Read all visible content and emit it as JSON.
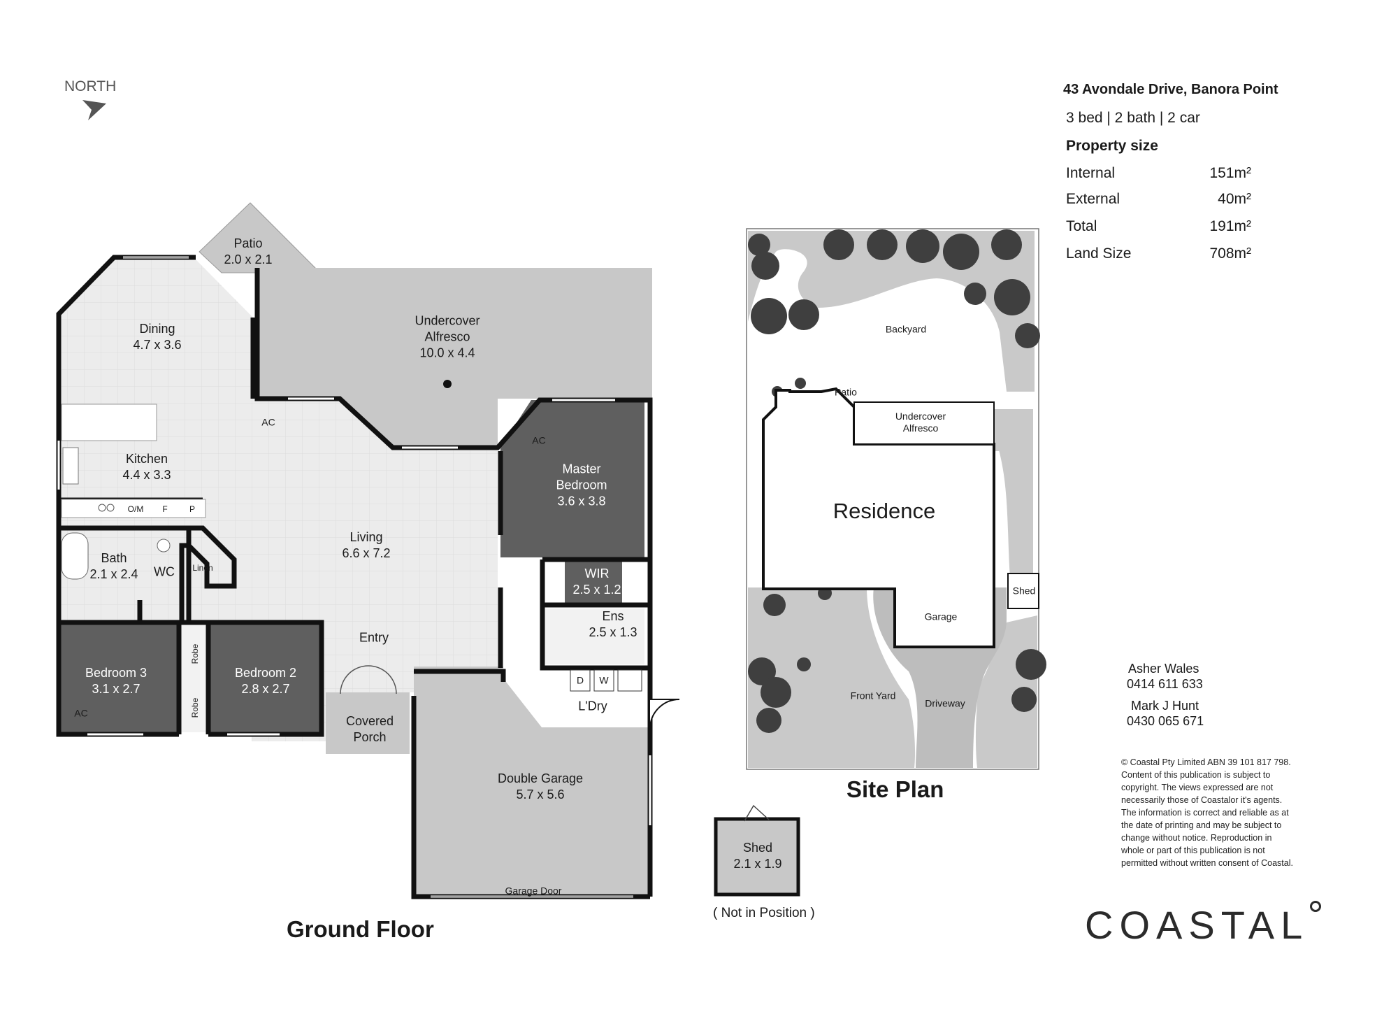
{
  "compass": {
    "label": "NORTH",
    "icon": "north-arrow-icon"
  },
  "property": {
    "address": "43 Avondale Drive, Banora Point",
    "summary": "3 bed | 2 bath | 2 car",
    "size_heading": "Property size",
    "sizes": [
      {
        "label": "Internal",
        "value": "151m²"
      },
      {
        "label": "External",
        "value": "40m²"
      },
      {
        "label": "Total",
        "value": "191m²"
      },
      {
        "label": "Land Size",
        "value": "708m²"
      }
    ]
  },
  "rooms": {
    "patio": {
      "name": "Patio",
      "dims": "2.0 x 2.1"
    },
    "dining": {
      "name": "Dining",
      "dims": "4.7 x 3.6"
    },
    "alfresco": {
      "name1": "Undercover",
      "name2": "Alfresco",
      "dims": "10.0 x 4.4"
    },
    "kitchen": {
      "name": "Kitchen",
      "dims": "4.4 x 3.3"
    },
    "master": {
      "name1": "Master",
      "name2": "Bedroom",
      "dims": "3.6 x 3.8"
    },
    "living": {
      "name": "Living",
      "dims": "6.6 x 7.2"
    },
    "bath": {
      "name": "Bath",
      "dims": "2.1 x 2.4"
    },
    "wc": {
      "name": "WC"
    },
    "linen": {
      "name": "Linen"
    },
    "wir": {
      "name": "WIR",
      "dims": "2.5 x 1.2"
    },
    "ens": {
      "name": "Ens",
      "dims": "2.5 x 1.3"
    },
    "entry": {
      "name": "Entry"
    },
    "bedroom3": {
      "name": "Bedroom 3",
      "dims": "3.1 x 2.7"
    },
    "bedroom2": {
      "name": "Bedroom 2",
      "dims": "2.8 x 2.7"
    },
    "robe": {
      "name": "Robe"
    },
    "porch": {
      "name1": "Covered",
      "name2": "Porch"
    },
    "laundry": {
      "name": "L'Dry"
    },
    "garage": {
      "name": "Double Garage",
      "dims": "5.7 x 5.6"
    },
    "garage_door": "Garage Door",
    "shed": {
      "name": "Shed",
      "dims": "2.1 x 1.9"
    }
  },
  "fixtures": {
    "ac": "AC",
    "om": "O/M",
    "f": "F",
    "p": "P",
    "d": "D",
    "w": "W"
  },
  "headings": {
    "ground_floor": "Ground Floor",
    "site_plan": "Site Plan",
    "not_in_position": "( Not in Position )"
  },
  "site": {
    "backyard": "Backyard",
    "patio": "Patio",
    "alfresco1": "Undercover",
    "alfresco2": "Alfresco",
    "residence": "Residence",
    "shed": "Shed",
    "garage": "Garage",
    "front_yard": "Front Yard",
    "driveway": "Driveway"
  },
  "agents": [
    {
      "name": "Asher Wales",
      "phone": "0414 611 633"
    },
    {
      "name": "Mark J Hunt",
      "phone": "0430 065 671"
    }
  ],
  "disclaimer": "© Coastal Pty Limited ABN 39 101 817 798. Content of this publication is subject to copyright. The views expressed are not necessarily those of Coastalor it's agents. The information is correct and reliable as at the date of printing and may be subject to change without notice. Reproduction in whole or part of this publication is not permitted without written consent of Coastal.",
  "brand": {
    "name": "COASTAL",
    "color": "#2b2b2b"
  },
  "colors": {
    "light_floor": "#ececec",
    "mid_floor": "#c8c8c8",
    "dark_floor": "#5f5f5f",
    "lawn": "#c9c9c9",
    "tree": "#3f3f3f"
  }
}
